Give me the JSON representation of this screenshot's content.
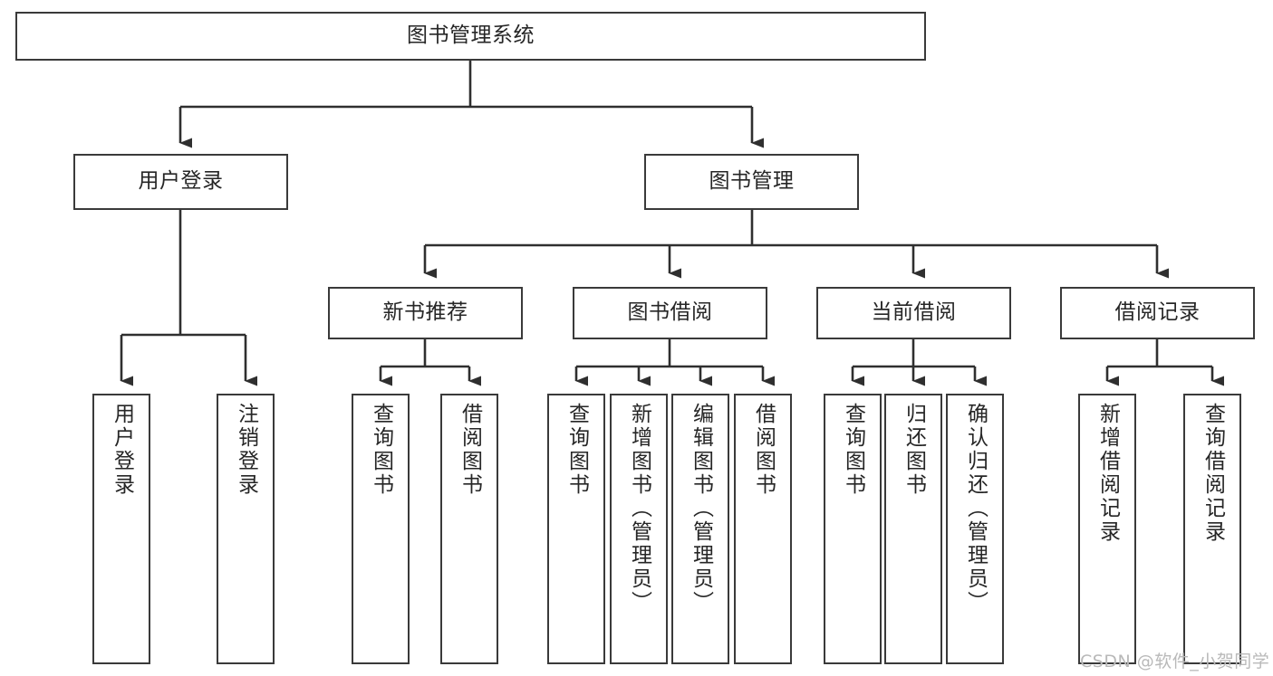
{
  "diagram": {
    "title": "图书管理系统",
    "type": "tree-hierarchy",
    "root": {
      "label": "图书管理系统"
    },
    "level1": [
      {
        "label": "用户登录"
      },
      {
        "label": "图书管理"
      }
    ],
    "level2": [
      {
        "label": "新书推荐"
      },
      {
        "label": "图书借阅"
      },
      {
        "label": "当前借阅"
      },
      {
        "label": "借阅记录"
      }
    ],
    "leaves": {
      "user_login": [
        {
          "label": "用户登录"
        },
        {
          "label": "注销登录"
        }
      ],
      "new_book_recommend": [
        {
          "label": "查询图书"
        },
        {
          "label": "借阅图书"
        }
      ],
      "book_borrow": [
        {
          "label": "查询图书"
        },
        {
          "label": "新增图书（管理员）"
        },
        {
          "label": "编辑图书（管理员）"
        },
        {
          "label": "借阅图书"
        }
      ],
      "current_borrow": [
        {
          "label": "查询图书"
        },
        {
          "label": "归还图书"
        },
        {
          "label": "确认归还（管理员）"
        }
      ],
      "borrow_record": [
        {
          "label": "新增借阅记录"
        },
        {
          "label": "查询借阅记录"
        }
      ]
    }
  },
  "watermark": {
    "text": "CSDN @软件_小贺同学"
  },
  "colors": {
    "border": "#3a3a3a",
    "text": "#262626",
    "background": "#ffffff",
    "edge": "#2f2f2f",
    "watermark": "#b9b9b9"
  }
}
